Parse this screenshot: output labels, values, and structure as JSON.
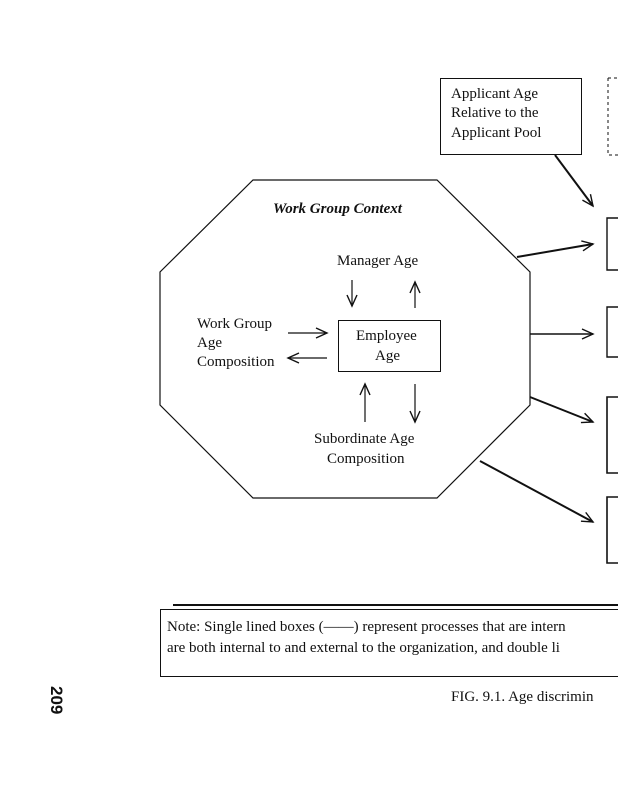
{
  "figure": {
    "applicant_box": {
      "lines": [
        "Applicant Age",
        "Relative to the",
        "Applicant Pool"
      ]
    },
    "work_group": {
      "title": "Work Group Context",
      "manager": "Manager Age",
      "composition_lines": [
        "Work Group",
        "Age",
        "Composition"
      ],
      "employee_lines": [
        "Employee",
        "Age"
      ],
      "subordinate_lines": [
        "Subordinate Age",
        "Composition"
      ]
    },
    "note": {
      "line1": "Note: Single lined boxes (——) represent processes that are intern",
      "line2": "are both internal to and external to the organization, and double li"
    },
    "caption": "FIG. 9.1.  Age discrimin",
    "page_number": "209"
  }
}
